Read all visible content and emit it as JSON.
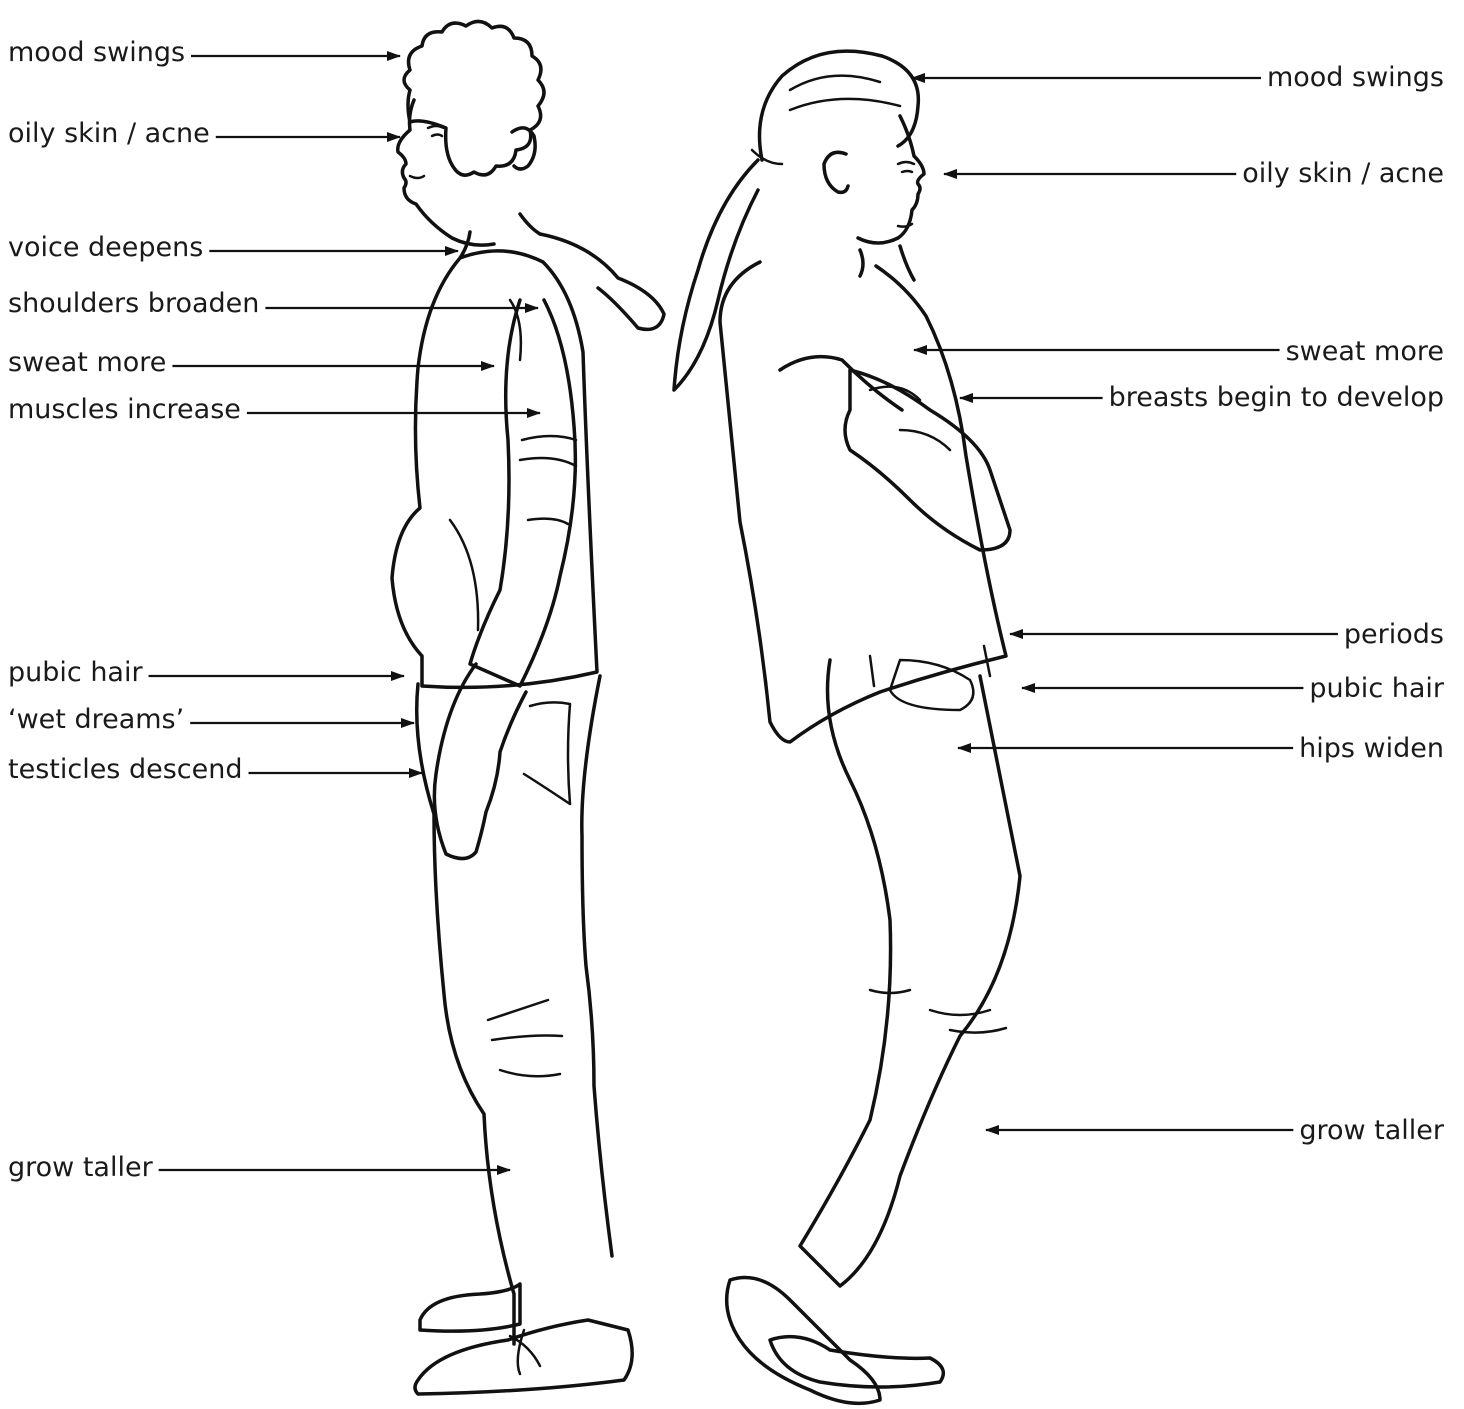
{
  "colors": {
    "ink": "#111111",
    "background": "#ffffff"
  },
  "boy": {
    "labels": [
      {
        "key": "mood",
        "text": "mood swings"
      },
      {
        "key": "skin",
        "text": "oily skin / acne"
      },
      {
        "key": "voice",
        "text": "voice deepens"
      },
      {
        "key": "shoulders",
        "text": "shoulders broaden"
      },
      {
        "key": "sweat",
        "text": "sweat more"
      },
      {
        "key": "muscles",
        "text": "muscles increase"
      },
      {
        "key": "pubic",
        "text": "pubic hair"
      },
      {
        "key": "dreams",
        "text": "‘wet dreams’"
      },
      {
        "key": "testicles",
        "text": "testicles descend"
      },
      {
        "key": "taller",
        "text": "grow taller"
      }
    ]
  },
  "girl": {
    "labels": [
      {
        "key": "mood",
        "text": "mood swings"
      },
      {
        "key": "skin",
        "text": "oily skin / acne"
      },
      {
        "key": "sweat",
        "text": "sweat more"
      },
      {
        "key": "breasts",
        "text": "breasts begin to develop"
      },
      {
        "key": "periods",
        "text": "periods"
      },
      {
        "key": "pubic",
        "text": "pubic hair"
      },
      {
        "key": "hips",
        "text": "hips widen"
      },
      {
        "key": "taller",
        "text": "grow taller"
      }
    ]
  }
}
